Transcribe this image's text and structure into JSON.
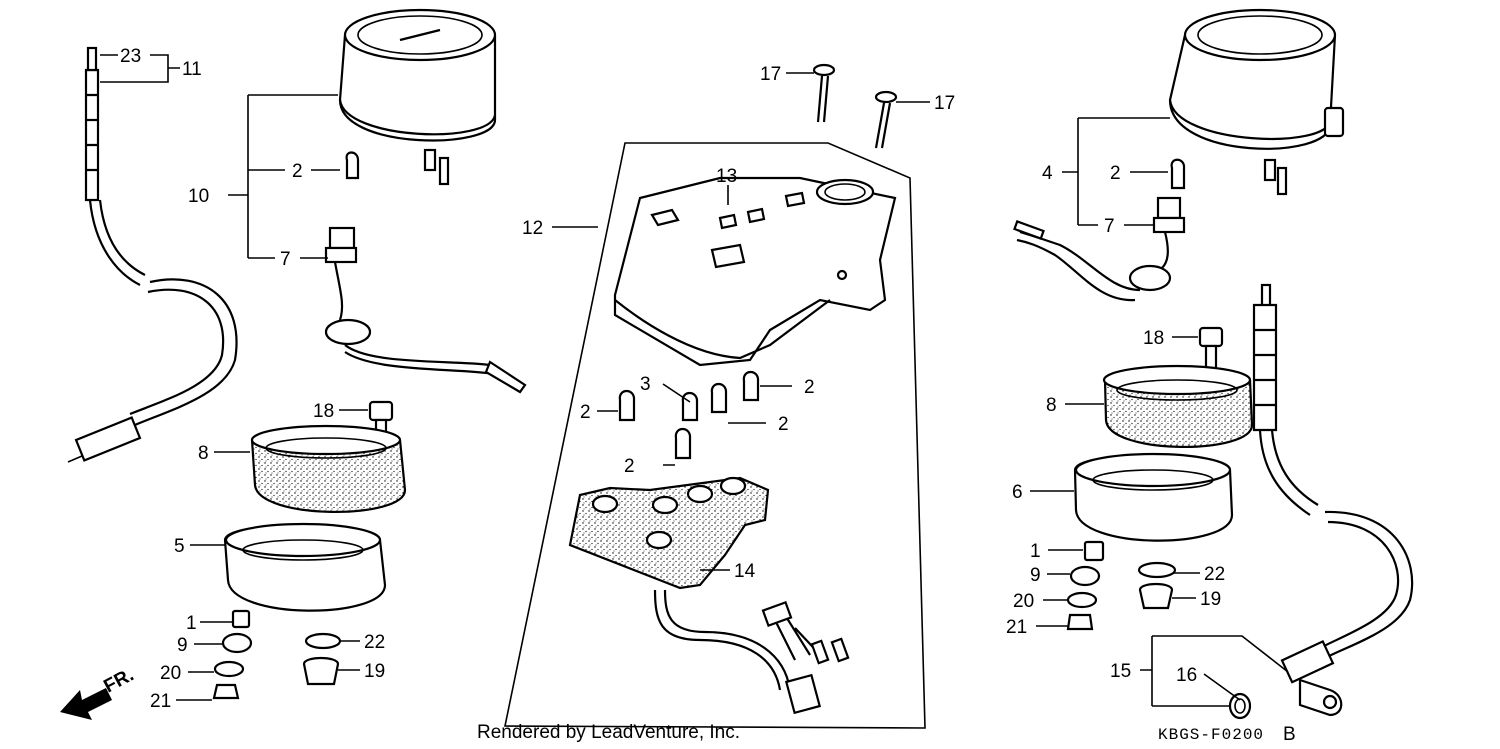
{
  "diagram": {
    "part_numbers": {
      "p1": "1",
      "p2": "2",
      "p3": "3",
      "p4": "4",
      "p5": "5",
      "p6": "6",
      "p7": "7",
      "p8": "8",
      "p9": "9",
      "p10": "10",
      "p11": "11",
      "p12": "12",
      "p13": "13",
      "p14": "14",
      "p15": "15",
      "p16": "16",
      "p17": "17",
      "p18": "18",
      "p19": "19",
      "p20": "20",
      "p21": "21",
      "p22": "22",
      "p23": "23"
    },
    "direction_marker": "FR.",
    "credit": "Rendered by LeadVenture, Inc.",
    "diagram_code": "KBGS-F0200",
    "revision": "B"
  }
}
